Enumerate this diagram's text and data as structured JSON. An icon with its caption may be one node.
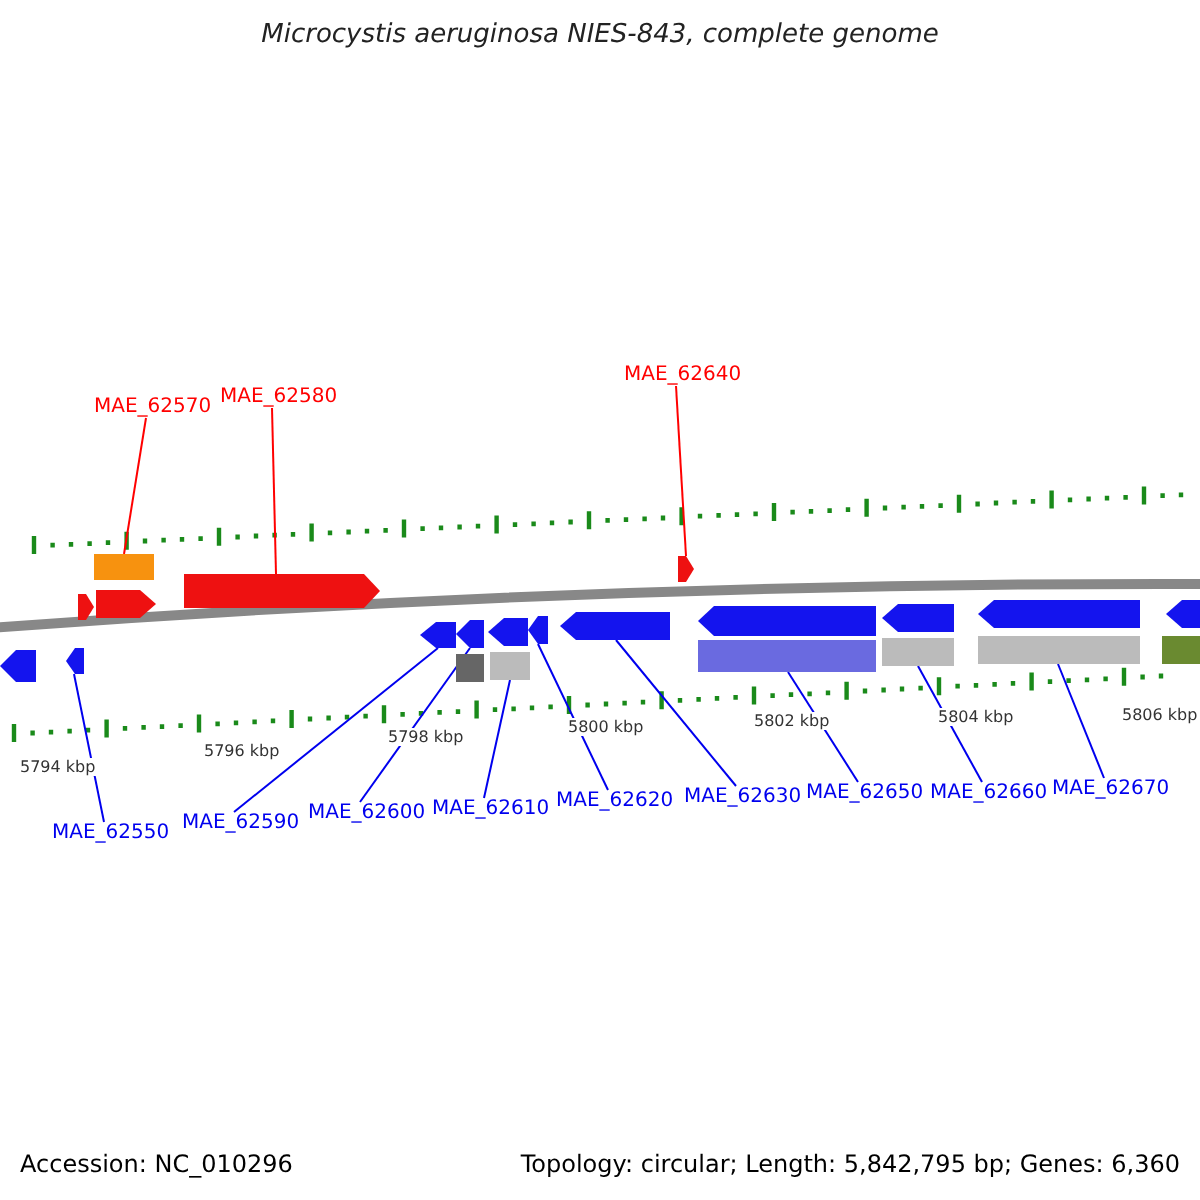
{
  "diagram": {
    "title": "Microcystis aeruginosa NIES-843, complete genome",
    "nodes": [
      {
        "text": [
          "MAE_62570"
        ]
      },
      {
        "text": [
          "MAE_62580"
        ]
      },
      {
        "text": [
          "MAE_62640"
        ]
      },
      {
        "text": [],
        "shape": "pentagon"
      },
      {
        "text": [],
        "shape": "pentagon"
      },
      {
        "text": [],
        "shape": "pentagon"
      },
      {
        "text": [],
        "shape": "box"
      },
      {
        "text": [],
        "shape": "pentagon"
      },
      {
        "text": [],
        "shape": "pentagon"
      },
      {
        "text": [],
        "shape": "pentagon"
      },
      {
        "text": [],
        "shape": "pentagon"
      },
      {
        "text": [],
        "shape": "pentagon"
      },
      {
        "text": [],
        "shape": "pentagon"
      },
      {
        "text": [],
        "shape": "pentagon"
      },
      {
        "text": [],
        "shape": "pentagon"
      },
      {
        "text": [],
        "shape": "pentagon"
      },
      {
        "text": [],
        "shape": "pentagon"
      },
      {
        "text": [],
        "shape": "pentagon"
      },
      {
        "text": [],
        "shape": "pentagon"
      },
      {
        "text": [],
        "shape": "box"
      },
      {
        "text": [],
        "shape": "box"
      },
      {
        "text": [],
        "shape": "box"
      },
      {
        "text": [],
        "shape": "box"
      },
      {
        "text": [],
        "shape": "box"
      },
      {
        "text": [],
        "shape": "box"
      },
      {
        "text": [
          "MAE_62550"
        ]
      },
      {
        "text": [
          "MAE_62590"
        ]
      },
      {
        "text": [
          "MAE_62600"
        ]
      },
      {
        "text": [
          "MAE_62610"
        ]
      },
      {
        "text": [
          "MAE_62620"
        ]
      },
      {
        "text": [
          "MAE_62630"
        ]
      },
      {
        "text": [
          "MAE_62650"
        ]
      },
      {
        "text": [
          "MAE_62660"
        ]
      },
      {
        "text": [
          "MAE_62670"
        ]
      }
    ],
    "edges": [
      {
        "from": 0,
        "to": 6,
        "arrow": "none",
        "color": "#ff0000"
      },
      {
        "from": 1,
        "to": 8,
        "arrow": "none",
        "color": "#ff0000"
      },
      {
        "from": 2,
        "to": 14,
        "arrow": "none",
        "color": "#ff0000"
      },
      {
        "from": 25,
        "to": 4,
        "arrow": "none"
      },
      {
        "from": 26,
        "to": 9,
        "arrow": "none"
      },
      {
        "from": 27,
        "to": 10,
        "arrow": "none"
      },
      {
        "from": 28,
        "to": 20,
        "arrow": "none"
      },
      {
        "from": 29,
        "to": 12,
        "arrow": "none"
      },
      {
        "from": 30,
        "to": 13,
        "arrow": "none"
      },
      {
        "from": 31,
        "to": 21,
        "arrow": "none"
      },
      {
        "from": 32,
        "to": 22,
        "arrow": "none"
      },
      {
        "from": 33,
        "to": 23,
        "arrow": "none"
      }
    ],
    "labels": [
      "5794 kbp",
      "5796 kbp",
      "5798 kbp",
      "5800 kbp",
      "5802 kbp",
      "5804 kbp",
      "5806 kbp",
      "Accession: NC_010296",
      "Topology: circular; Length: 5,842,795 bp; Genes: 6,360"
    ]
  }
}
